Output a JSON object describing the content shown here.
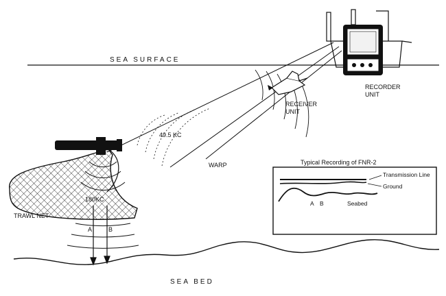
{
  "labels": {
    "sea_surface": "SEA SURFACE",
    "sea_bed": "SEA BED",
    "recorder_unit": [
      "RECORDER",
      "UNIT"
    ],
    "receiver_unit": [
      "RECEIVER",
      "UNIT"
    ],
    "freq_upper": "49.5 KC",
    "freq_lower": "180KC",
    "warp": "WARP",
    "trawl_net": "TRAWL NET",
    "point_a": "A",
    "point_b": "B"
  },
  "inset": {
    "title": "Typical Recording of FNR-2",
    "transmission_line": "Transmission Line",
    "ground": "Ground",
    "seabed": "Seabed",
    "point_a": "A",
    "point_b": "B"
  }
}
